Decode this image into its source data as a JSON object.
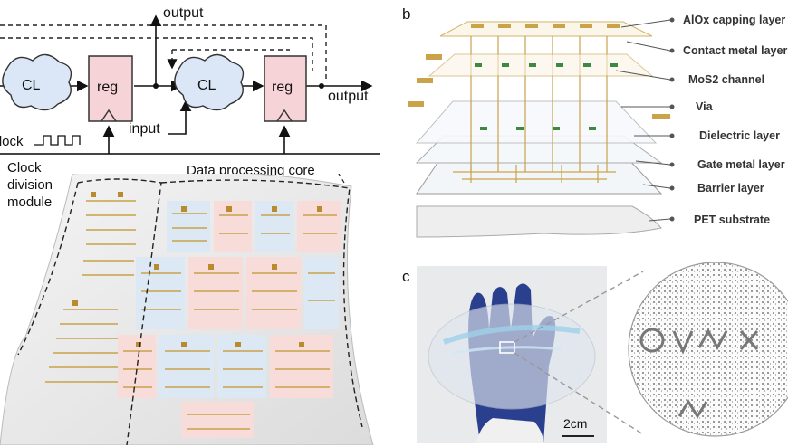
{
  "panel_a": {
    "output_top": "output",
    "output_right": "output",
    "cl_left": "CL",
    "cl_right": "CL",
    "reg_left": "reg",
    "reg_right": "reg",
    "input": "input",
    "clock": "Clock",
    "clock_division": [
      "Clock",
      "division",
      "module"
    ],
    "data_core": "Data processing core"
  },
  "panel_b": {
    "letter": "b",
    "layers": [
      "AlOx capping layer",
      "Contact metal layer",
      "MoS2 channel",
      "Via",
      "Dielectric layer",
      "Gate metal layer",
      "Barrier layer",
      "PET substrate"
    ]
  },
  "panel_c": {
    "letter": "c",
    "scale_bar": "2cm"
  },
  "colors": {
    "cl_fill": "#dbe7f6",
    "reg_fill": "#f6d3d6",
    "tile_blue": "#dce8f3",
    "tile_pink": "#f7dcd9",
    "gold": "#c9a24a",
    "glove": "#2b3f8f"
  }
}
